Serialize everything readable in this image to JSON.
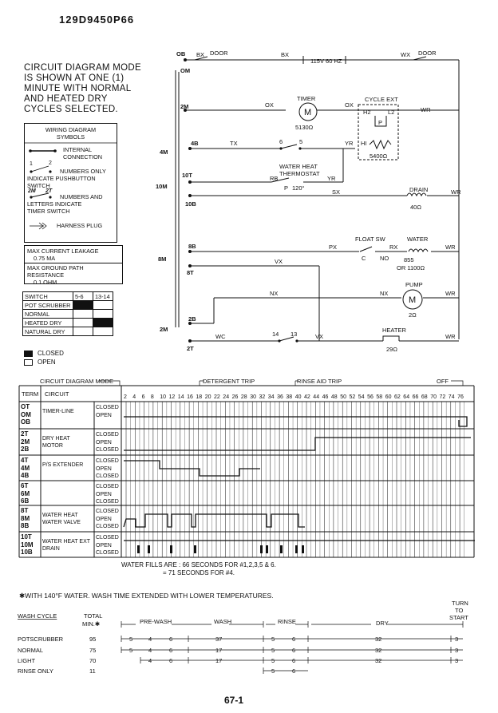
{
  "part_number": "129D9450P66",
  "mode_note": [
    "CIRCUIT DIAGRAM MODE",
    "IS SHOWN AT ONE (1)",
    "MINUTE WITH NORMAL",
    "AND HEATED DRY",
    "CYCLES SELECTED."
  ],
  "legend": {
    "title": [
      "WIRING DIAGRAM",
      "SYMBOLS"
    ],
    "internal": [
      "INTERNAL",
      "CONNECTION"
    ],
    "pushbutton": [
      "NUMBERS ONLY",
      "INDICATE PUSHBUTTON",
      "SWITCH"
    ],
    "pushbutton_marks": [
      "1",
      "2"
    ],
    "timer": [
      "NUMBERS AND",
      "LETTERS INDICATE",
      "TIMER SWITCH"
    ],
    "timer_marks": [
      "2M",
      "2T"
    ],
    "harness": "HARNESS PLUG"
  },
  "leakage": [
    "MAX CURRENT LEAKAGE",
    "0.75 MA",
    "MAX GROUND PATH RESISTANCE",
    "0.1 OHM"
  ],
  "switch_table": {
    "header": [
      "SWITCH",
      "5-6",
      "13-14"
    ],
    "rows": [
      {
        "label": "POT SCRUBBER",
        "c1": true,
        "c2": false
      },
      {
        "label": "NORMAL",
        "c1": false,
        "c2": false
      },
      {
        "label": "HEATED DRY",
        "c1": false,
        "c2": true
      },
      {
        "label": "NATURAL DRY",
        "c1": false,
        "c2": false
      }
    ]
  },
  "keys": {
    "closed": "CLOSED",
    "open": "OPEN"
  },
  "schematic": {
    "terms": [
      "OB",
      "OM",
      "2M",
      "4B",
      "4M",
      "10T",
      "10M",
      "10B",
      "8B",
      "8M",
      "8T",
      "2B",
      "2M",
      "2T"
    ],
    "wires": [
      "BX",
      "BX",
      "WX",
      "OX",
      "OX",
      "WR",
      "TX",
      "YR",
      "RB",
      "YR",
      "SX",
      "WR",
      "PX",
      "RX",
      "WR",
      "VX",
      "NX",
      "NX",
      "WR",
      "WC",
      "VX",
      "WR"
    ],
    "door_left": "DOOR",
    "door_right": "DOOR",
    "supply": "115V 60 HZ",
    "timer": "TIMER",
    "timer_ohm": "5130",
    "cycle_ext": "CYCLE EXT",
    "h2": "H2",
    "l2": "L2",
    "p": "P",
    "hi": "HI",
    "ext_ohm": "5400",
    "sw6": "6",
    "sw5": "5",
    "thermo": [
      "WATER HEAT",
      "THERMOSTAT"
    ],
    "thermo_p": "P",
    "thermo_temp": "120°",
    "drain": "DRAIN",
    "drain_ohm": "40",
    "float_sw": "FLOAT SW",
    "float_c": "C",
    "float_no": "NO",
    "water": "WATER",
    "water_ohm": [
      "855",
      "OR 1100"
    ],
    "pump": "PUMP",
    "motor_m": "M",
    "pump_ohm": "2",
    "sw14": "14",
    "sw13": "13",
    "heater": "HEATER",
    "heater_ohm": "29",
    "ohm_symbol": "Ω"
  },
  "timing": {
    "mode_label": "CIRCUIT DIAGRAM MODE",
    "detergent": "DETERGENT TRIP",
    "rinse_aid": "RINSE AID TRIP",
    "off": "OFF",
    "head_term": "TERM",
    "head_circuit": "CIRCUIT",
    "ticks": [
      "2",
      "4",
      "6",
      "8",
      "10",
      "12",
      "14",
      "16",
      "18",
      "20",
      "22",
      "24",
      "26",
      "28",
      "30",
      "32",
      "34",
      "36",
      "38",
      "40",
      "42",
      "44",
      "46",
      "48",
      "50",
      "52",
      "54",
      "56",
      "58",
      "60",
      "62",
      "64",
      "66",
      "68",
      "70",
      "72",
      "74",
      "76"
    ],
    "rows": [
      {
        "terms": [
          "OT",
          "OM",
          "OB"
        ],
        "circuit": [
          "TIMER-LINE"
        ],
        "states": [
          "CLOSED",
          "OPEN"
        ]
      },
      {
        "terms": [
          "2T",
          "2M",
          "2B"
        ],
        "circuit": [
          "DRY HEAT",
          "MOTOR"
        ],
        "states": [
          "CLOSED",
          "OPEN",
          "CLOSED"
        ]
      },
      {
        "terms": [
          "4T",
          "4M",
          "4B"
        ],
        "circuit": [
          "P/S EXTENDER"
        ],
        "states": [
          "CLOSED",
          "OPEN",
          "CLOSED"
        ]
      },
      {
        "terms": [
          "6T",
          "6M",
          "6B"
        ],
        "circuit": [],
        "states": [
          "CLOSED",
          "OPEN",
          "CLOSED"
        ]
      },
      {
        "terms": [
          "8T",
          "8M",
          "8B"
        ],
        "circuit": [
          "WATER HEAT",
          "WATER VALVE"
        ],
        "states": [
          "CLOSED",
          "OPEN",
          "CLOSED"
        ]
      },
      {
        "terms": [
          "10T",
          "10M",
          "10B"
        ],
        "circuit": [
          "WATER HEAT EXT",
          "DRAIN"
        ],
        "states": [
          "CLOSED",
          "OPEN",
          "CLOSED"
        ]
      }
    ]
  },
  "water_fills": [
    "WATER FILLS ARE : 66 SECONDS FOR #1,2,3,5 & 6.",
    "= 71 SECONDS FOR #4."
  ],
  "temp_note": "✱WITH 140°F WATER. WASH TIME EXTENDED WITH LOWER TEMPERATURES.",
  "cycles": {
    "head_cycle": "WASH CYCLE",
    "head_total": [
      "TOTAL",
      "MIN.✱"
    ],
    "phases": {
      "prewash": "PRE-WASH",
      "wash": "WASH",
      "rinse": "RINSE",
      "dry": "DRY"
    },
    "turn": [
      "TURN",
      "TO",
      "START"
    ],
    "rows": [
      {
        "name": "POTSCRUBBER",
        "total": "95",
        "pre": [
          "5",
          "4",
          "6"
        ],
        "wash": "37",
        "rinse": [
          "5",
          "6"
        ],
        "dry": "32",
        "start": "3"
      },
      {
        "name": "NORMAL",
        "total": "75",
        "pre": [
          "5",
          "4",
          "6"
        ],
        "wash": "17",
        "rinse": [
          "5",
          "6"
        ],
        "dry": "32",
        "start": "3"
      },
      {
        "name": "LIGHT",
        "total": "70",
        "pre": [
          "4",
          "6"
        ],
        "wash": "17",
        "rinse": [
          "5",
          "6"
        ],
        "dry": "32",
        "start": "3"
      },
      {
        "name": "RINSE ONLY",
        "total": "11",
        "pre": [],
        "wash": "",
        "rinse": [
          "5",
          "6"
        ],
        "dry": "",
        "start": ""
      }
    ]
  },
  "page_number": "67-1"
}
